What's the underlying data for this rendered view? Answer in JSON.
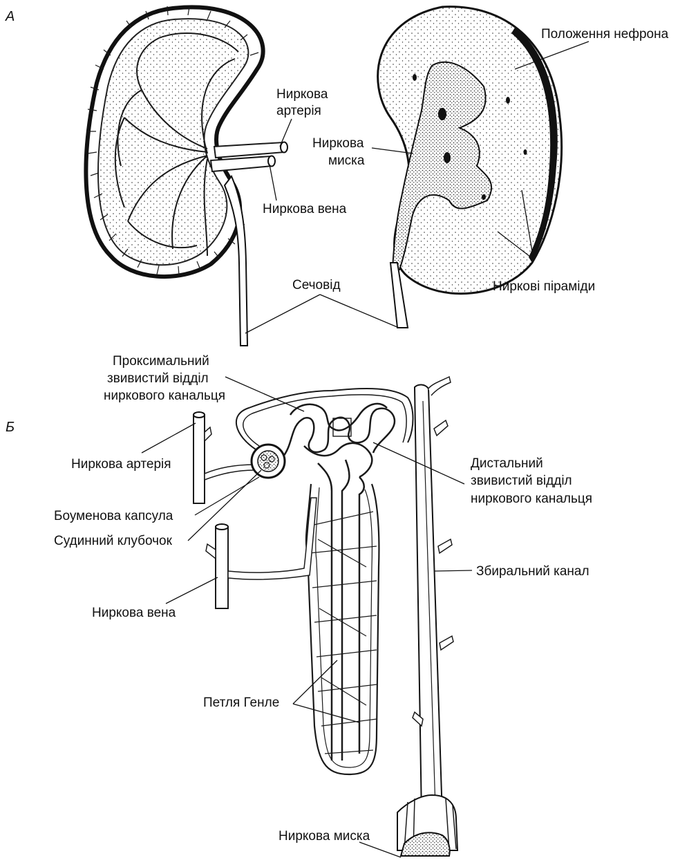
{
  "panels": {
    "a": "А",
    "b": "Б"
  },
  "labels_a": {
    "renal_artery_1": "Ниркова",
    "renal_artery_2": "артерія",
    "renal_vein": "Ниркова вена",
    "ureter": "Сечовід",
    "nephron_position": "Положення нефрона",
    "renal_pelvis_1": "Ниркова",
    "renal_pelvis_2": "миска",
    "renal_pyramids": "Ниркові піраміди"
  },
  "labels_b": {
    "proximal_1": "Проксимальний",
    "proximal_2": "звивистий відділ",
    "proximal_3": "ниркового канальця",
    "renal_artery": "Ниркова артерія",
    "bowman_capsule": "Боуменова капсула",
    "glomerulus": "Судинний клубочок",
    "renal_vein": "Ниркова вена",
    "distal_1": "Дистальний",
    "distal_2": "звивистий відділ",
    "distal_3": "ниркового канальця",
    "collecting_duct": "Збиральний канал",
    "loop_of_henle": "Петля Генле",
    "renal_pelvis": "Ниркова миска"
  },
  "colors": {
    "ink": "#1a1a1a",
    "background": "#ffffff"
  }
}
